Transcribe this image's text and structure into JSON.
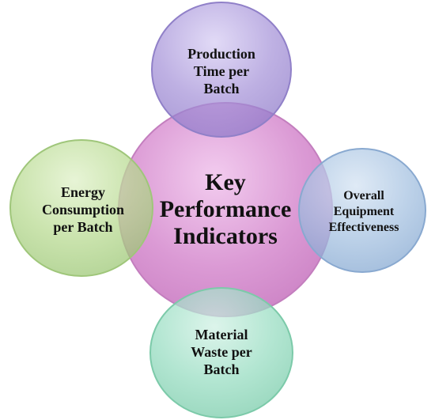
{
  "diagram": {
    "center": {
      "label": "Key\nPerformance\nIndicators",
      "color": "#d78fd0"
    },
    "nodes": {
      "top": {
        "label": "Production\nTime per\nBatch",
        "color": "#a592d8"
      },
      "left": {
        "label": "Energy\nConsumption\nper Batch",
        "color": "#b6d98e"
      },
      "right": {
        "label": "Overall\nEquipment\nEffectiveness",
        "color": "#a3c0e0"
      },
      "bottom": {
        "label": "Material\nWaste per\nBatch",
        "color": "#95dcc0"
      }
    }
  }
}
